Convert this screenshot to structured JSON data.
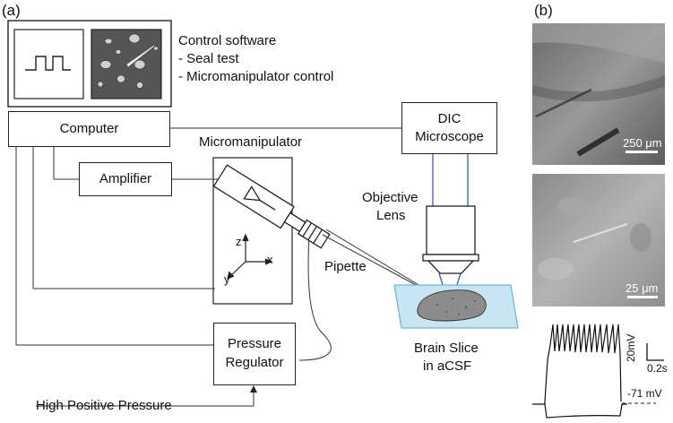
{
  "panels": {
    "a_label": "(a)",
    "b_label": "(b)"
  },
  "software": {
    "title": "Control software",
    "item1": " - Seal test",
    "item2": " - Micromanipulator control"
  },
  "boxes": {
    "computer": "Computer",
    "amplifier": "Amplifier",
    "dic_line1": "DIC",
    "dic_line2": "Microscope",
    "pressure_line1": "Pressure",
    "pressure_line2": "Regulator"
  },
  "labels": {
    "micromanipulator": "Micromanipulator",
    "objective_line1": "Objective",
    "objective_line2": "Lens",
    "pipette": "Pipette",
    "brain_line1": "Brain Slice",
    "brain_line2": "in aCSF",
    "high_pressure": "High Positive Pressure",
    "axis_z": "z",
    "axis_x": "x",
    "axis_y": "y"
  },
  "micrographs": {
    "top_scale": "250 μm",
    "middle_scale": "25 μm"
  },
  "trace": {
    "scale_voltage": "20mV",
    "scale_time": "0.2s",
    "baseline": "-71 mV"
  },
  "colors": {
    "slice_fill": "#c8e6f2",
    "slice_stroke": "#6fb7d6",
    "tissue_fill": "#8c8c8c",
    "light_path": "#2f5fd0",
    "screen_dark": "#555555"
  }
}
